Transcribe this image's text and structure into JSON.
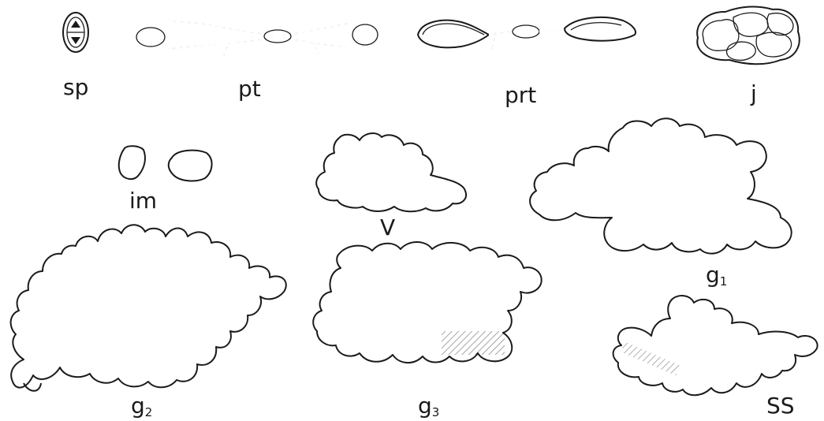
{
  "labels": {
    "sp": "sp",
    "pt": "pt",
    "prt": "prt",
    "j": "j",
    "im": "im",
    "v": "V",
    "g1_main": "g",
    "g1_sub": "1",
    "g2_main": "g",
    "g2_sub": "2",
    "g3_main": "g",
    "g3_sub": "3",
    "ss": "SS"
  }
}
